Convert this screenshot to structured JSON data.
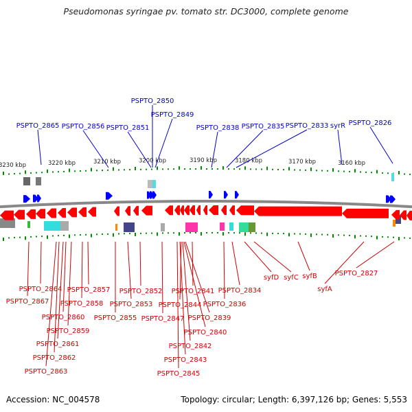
{
  "title": "Pseudomonas syringae pv. tomato str. DC3000, complete genome",
  "footer": {
    "accession": "Accession: NC_004578",
    "topology": "Topology: circular; Length: 6,397,126 bp; Genes: 5,553"
  },
  "colors": {
    "forward_label": "#0000cc",
    "reverse_label": "#cc0000",
    "forward_gene": "#0000ff",
    "reverse_gene": "#ff0000",
    "backbone": "#888888",
    "ticks": "#008800"
  },
  "scale_ticks": [
    "3230 kbp",
    "3220 kbp",
    "3210 kbp",
    "3200 kbp",
    "3190 kbp",
    "3180 kbp",
    "3170 kbp",
    "3160 kbp"
  ],
  "forward_labels": [
    "PSPTO_2865",
    "PSPTO_2856",
    "PSPTO_2851",
    "PSPTO_2850",
    "PSPTO_2849",
    "PSPTO_2838",
    "PSPTO_2835",
    "PSPTO_2833",
    "syrR",
    "PSPTO_2826"
  ],
  "reverse_labels": [
    "PSPTO_2864",
    "PSPTO_2867",
    "PSPTO_2857",
    "PSPTO_2858",
    "PSPTO_2860",
    "PSPTO_2859",
    "PSPTO_2861",
    "PSPTO_2862",
    "PSPTO_2863",
    "PSPTO_2852",
    "PSPTO_2853",
    "PSPTO_2855",
    "PSPTO_2847",
    "PSPTO_2841",
    "PSPTO_2844",
    "PSPTO_2836",
    "PSPTO_2834",
    "PSPTO_2839",
    "PSPTO_2840",
    "PSPTO_2842",
    "PSPTO_2843",
    "PSPTO_2845",
    "syfD",
    "syfC",
    "syfB",
    "syfA",
    "PSPTO_2827"
  ]
}
